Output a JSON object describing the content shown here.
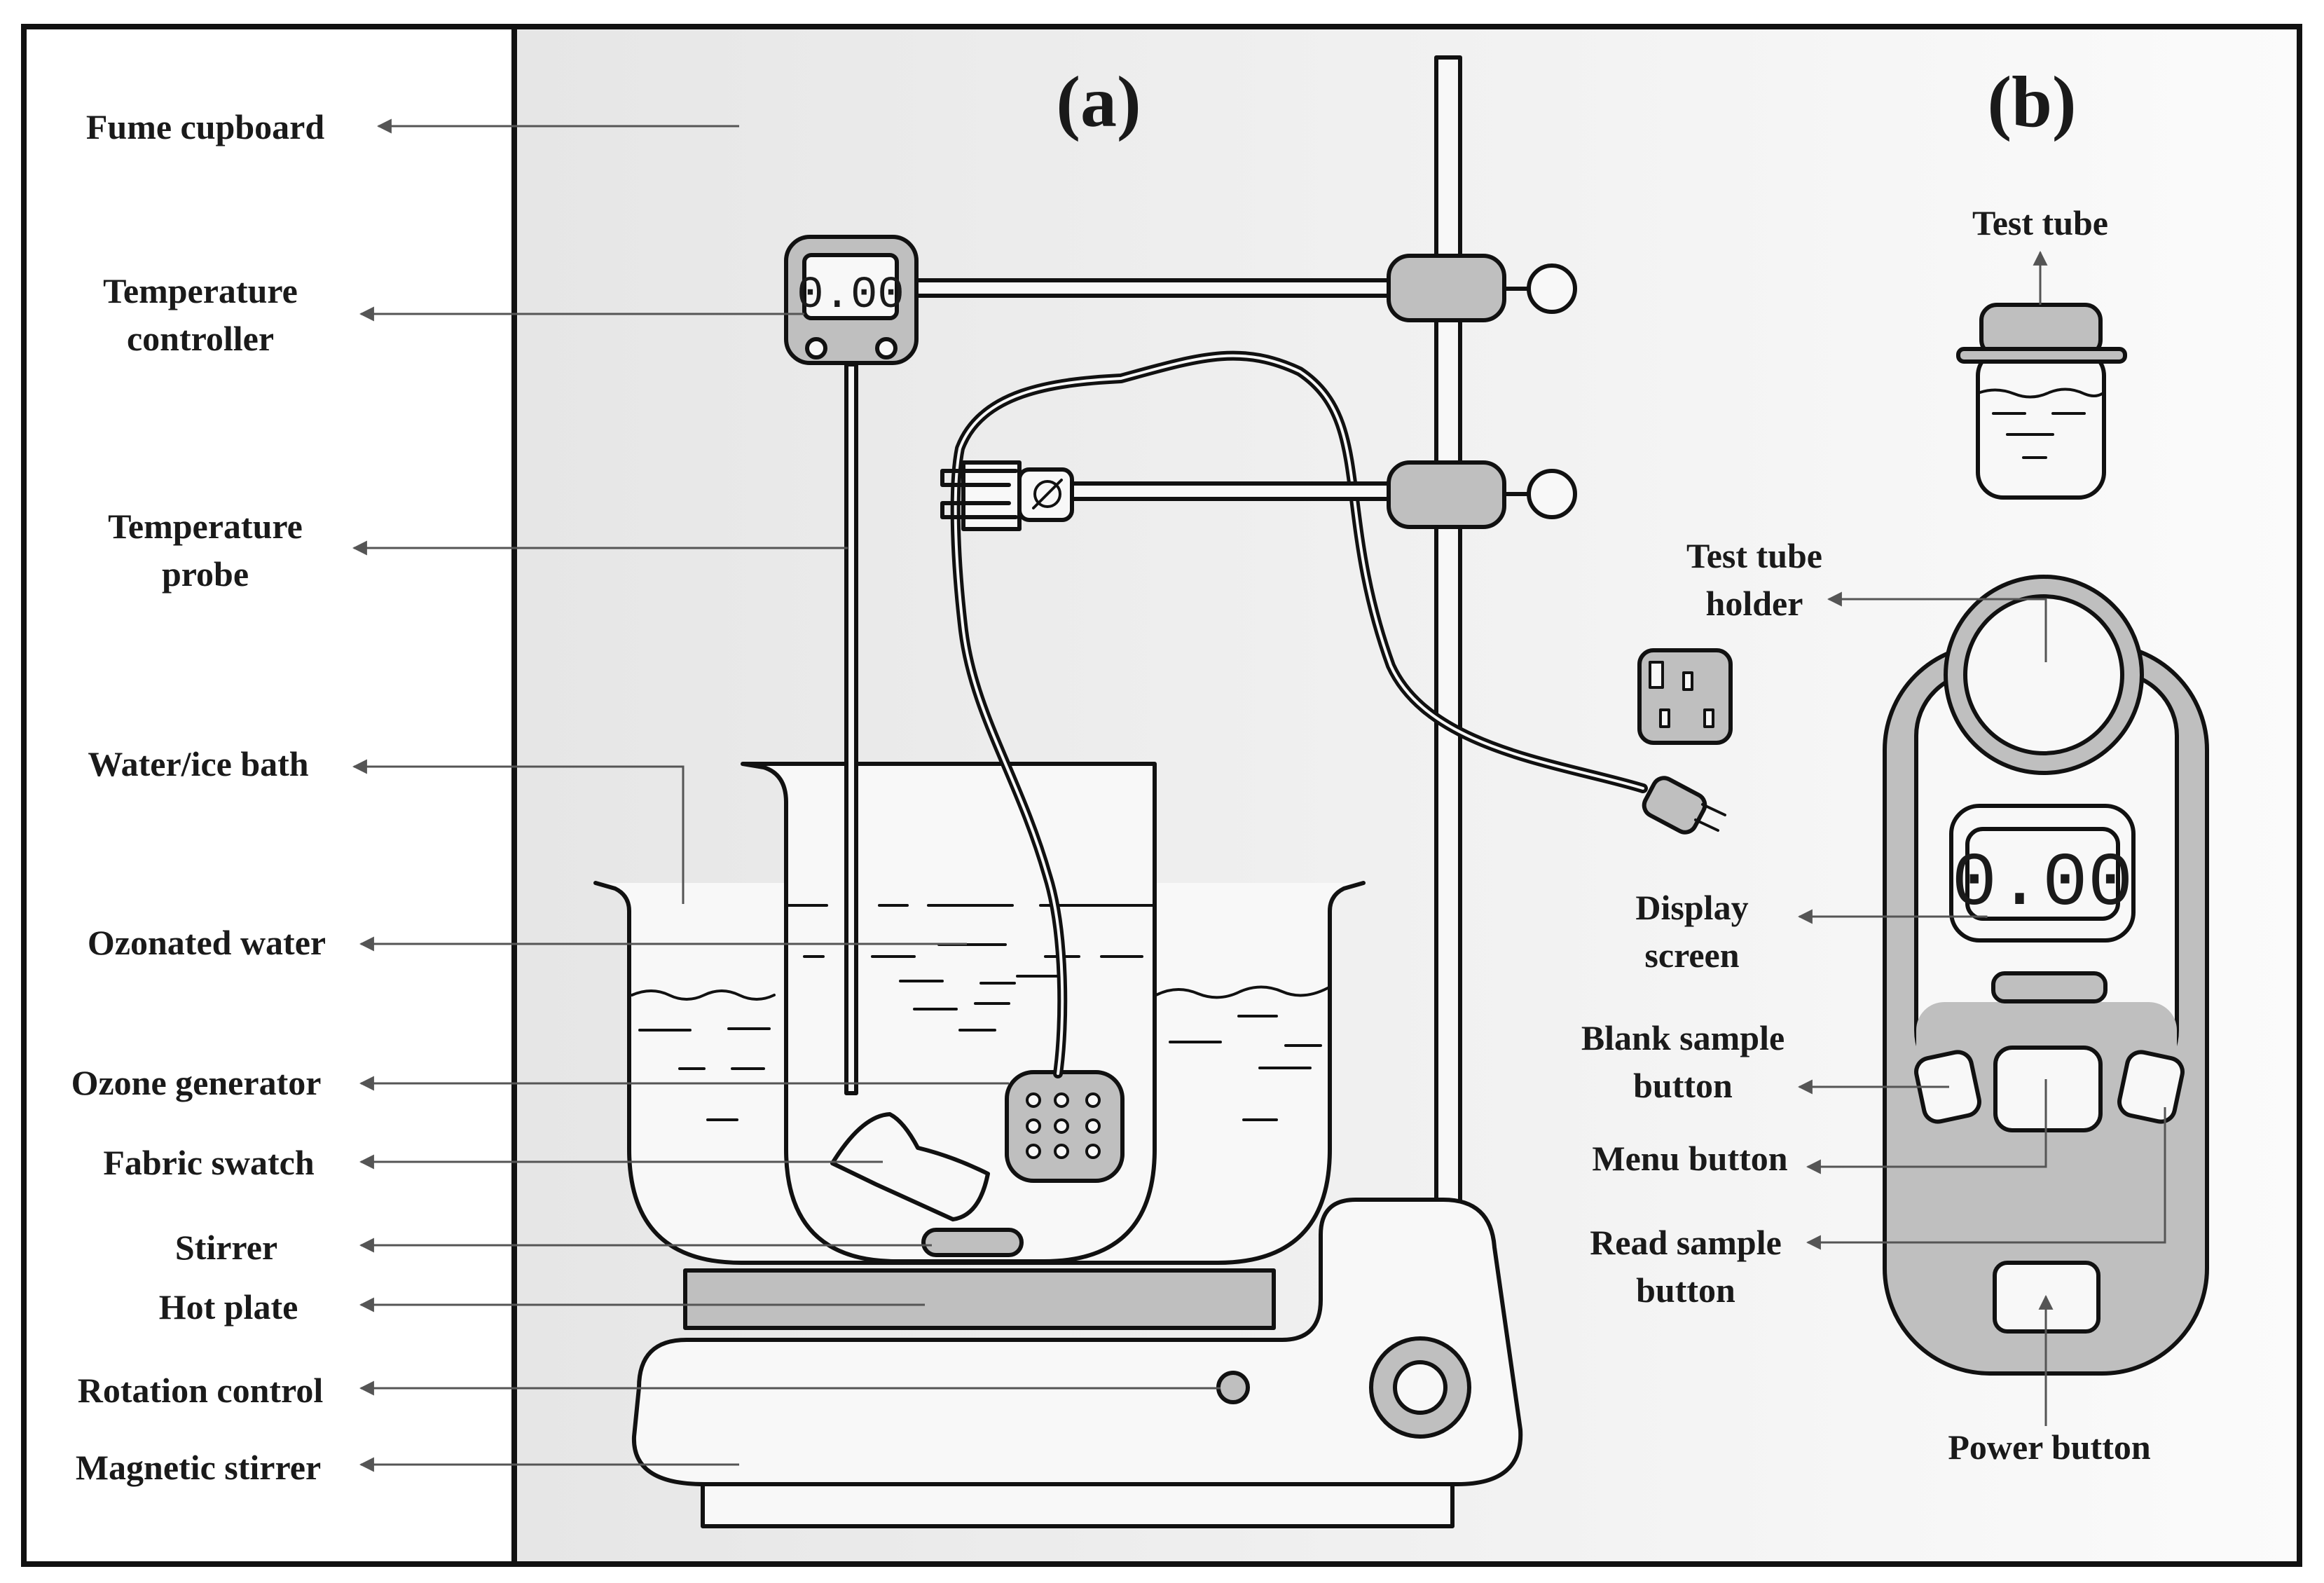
{
  "figure": {
    "panel_a_title": "(a)",
    "panel_b_title": "(b)",
    "display_value": "0.00",
    "colors": {
      "frame": "#111111",
      "background_gradient_start": "#e6e6e6",
      "background_gradient_end": "#fbfbfb",
      "fill_grey": "#bfbfbf",
      "fill_light": "#f8f8f8"
    }
  },
  "labels_a": [
    {
      "id": "fume",
      "lines": [
        "Fume cupboard"
      ]
    },
    {
      "id": "tctrl",
      "lines": [
        "Temperature",
        "controller"
      ]
    },
    {
      "id": "tprobe",
      "lines": [
        "Temperature",
        "probe"
      ]
    },
    {
      "id": "bath",
      "lines": [
        "Water/ice bath"
      ]
    },
    {
      "id": "ozwater",
      "lines": [
        "Ozonated water"
      ]
    },
    {
      "id": "ozgen",
      "lines": [
        "Ozone generator"
      ]
    },
    {
      "id": "swatch",
      "lines": [
        "Fabric swatch"
      ]
    },
    {
      "id": "stirrer",
      "lines": [
        "Stirrer"
      ]
    },
    {
      "id": "hotplate",
      "lines": [
        "Hot plate"
      ]
    },
    {
      "id": "rotation",
      "lines": [
        "Rotation control"
      ]
    },
    {
      "id": "magstir",
      "lines": [
        "Magnetic stirrer"
      ]
    }
  ],
  "labels_b": [
    {
      "id": "testtube",
      "lines": [
        "Test tube"
      ]
    },
    {
      "id": "holder",
      "lines": [
        "Test tube",
        "holder"
      ]
    },
    {
      "id": "display",
      "lines": [
        "Display",
        "screen"
      ]
    },
    {
      "id": "blank",
      "lines": [
        "Blank sample",
        "button"
      ]
    },
    {
      "id": "menu",
      "lines": [
        "Menu button"
      ]
    },
    {
      "id": "read",
      "lines": [
        "Read sample",
        "button"
      ]
    },
    {
      "id": "power",
      "lines": [
        "Power button"
      ]
    }
  ]
}
